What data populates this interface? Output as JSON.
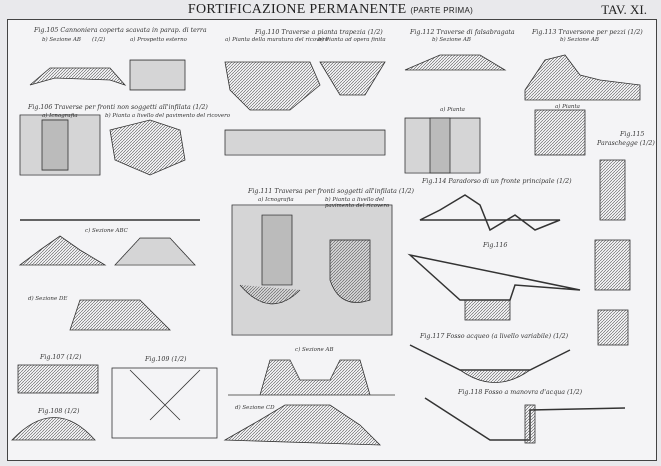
{
  "header": {
    "title": "FORTIFICAZIONE PERMANENTE",
    "subtitle": "(PARTE PRIMA)",
    "plate": "TAV. XI."
  },
  "figures": {
    "f105": {
      "title": "Fig.105 Cannoniera coperta scavata in parap. di terra",
      "b": "b) Sezione AB",
      "scale": "(1/2)",
      "a": "a) Prospetto esterno"
    },
    "f106": {
      "title": "Fig.106 Traverse per fronti non soggetti all'infilata (1/2)",
      "a": "a) Icnografia",
      "b": "b) Pianta a livello del pavimento del ricovero",
      "c": "c) Sezione ABC",
      "d": "d) Sezione DE"
    },
    "f107": {
      "title": "Fig.107 (1/2)"
    },
    "f108": {
      "title": "Fig.108 (1/2)"
    },
    "f109": {
      "title": "Fig.109 (1/2)"
    },
    "f110": {
      "title": "Fig.110 Traverse a pianta trapezia (1/2)",
      "a": "a) Pianta della muratura del ricovero",
      "b": "b) Pianta ad opera finita"
    },
    "f111": {
      "title": "Fig.111 Traversa per fronti soggetti all'infilata (1/2)",
      "a": "a) Icnografia",
      "b": "b) Pianta a livello del pavimento del ricovero",
      "c": "c) Sezione AB",
      "d": "d) Sezione CD"
    },
    "f112": {
      "title": "Fig.112 Traverse di falsabragata",
      "b": "b) Sezione AB",
      "a": "a) Pianta"
    },
    "f113": {
      "title": "Fig.113 Traversone per pezzi (1/2)",
      "b": "b) Sezione AB",
      "a": "a) Pianta"
    },
    "f114": {
      "title": "Fig.114 Paradorso di un fronte principale (1/2)"
    },
    "f115": {
      "title": "Fig.115",
      "name": "Paraschegge (1/2)"
    },
    "f116": {
      "title": "Fig.116"
    },
    "f117": {
      "title": "Fig.117 Fosso acqueo (a livello variabile) (1/2)"
    },
    "f118": {
      "title": "Fig.118 Fosso a manovra d'acqua (1/2)"
    }
  }
}
